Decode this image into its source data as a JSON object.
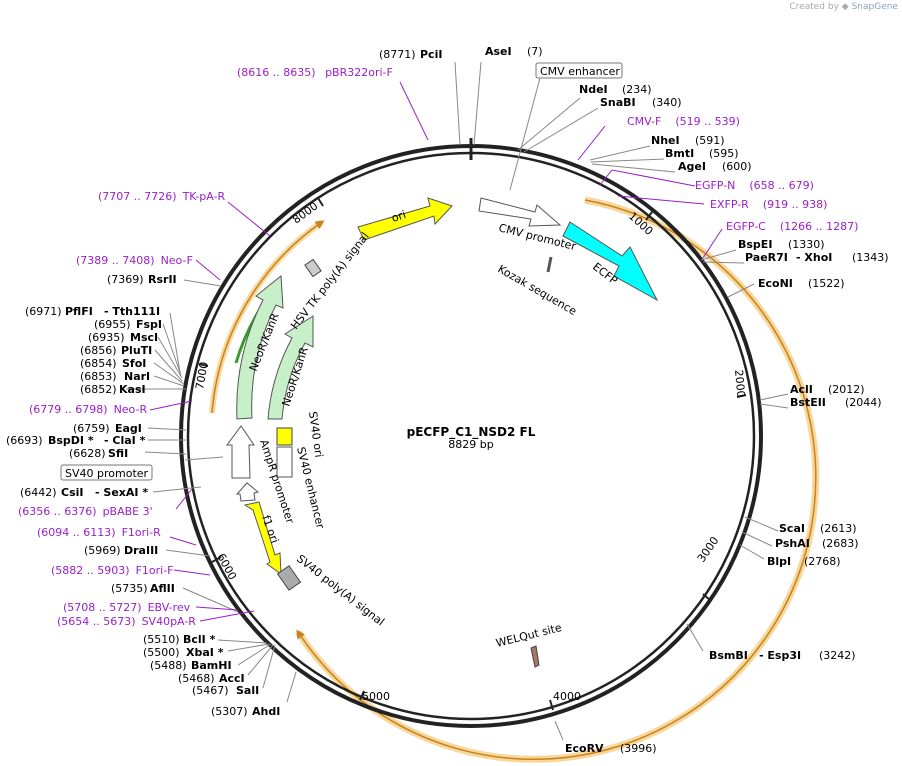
{
  "header": {
    "created_by": "Created by",
    "brand": "SnapGene"
  },
  "plasmid": {
    "name": "pECFP_C1_NSD2 FL",
    "size_label": "8829 bp",
    "length": 8829
  },
  "tick_labels": [
    "1000",
    "2000",
    "3000",
    "4000",
    "5000",
    "6000",
    "7000",
    "8000"
  ],
  "enzymes": [
    {
      "name": "AseI",
      "pos": "(7)"
    },
    {
      "name": "PciI",
      "pos": "(8771)"
    },
    {
      "name": "NdeI",
      "pos": "(234)"
    },
    {
      "name": "SnaBI",
      "pos": "(340)"
    },
    {
      "name": "NheI",
      "pos": "(591)"
    },
    {
      "name": "BmtI",
      "pos": "(595)"
    },
    {
      "name": "AgeI",
      "pos": "(600)"
    },
    {
      "name": "BspEI",
      "pos": "(1330)"
    },
    {
      "name": "PaeR7I",
      "name2": "XhoI",
      "pos": "(1343)"
    },
    {
      "name": "EcoNI",
      "pos": "(1522)"
    },
    {
      "name": "AclI",
      "pos": "(2012)"
    },
    {
      "name": "BstEII",
      "pos": "(2044)"
    },
    {
      "name": "ScaI",
      "pos": "(2613)"
    },
    {
      "name": "PshAI",
      "pos": "(2683)"
    },
    {
      "name": "BlpI",
      "pos": "(2768)"
    },
    {
      "name": "BsmBI",
      "name2": "Esp3I",
      "pos": "(3242)"
    },
    {
      "name": "EcoRV",
      "pos": "(3996)"
    },
    {
      "name": "AhdI",
      "pos": "(5307)"
    },
    {
      "name": "SalI",
      "pos": "(5467)"
    },
    {
      "name": "AccI",
      "pos": "(5468)"
    },
    {
      "name": "BamHI",
      "pos": "(5488)"
    },
    {
      "name": "XbaI *",
      "pos": "(5500)"
    },
    {
      "name": "BclI *",
      "pos": "(5510)"
    },
    {
      "name": "AflII",
      "pos": "(5735)"
    },
    {
      "name": "DraIII",
      "pos": "(5969)"
    },
    {
      "name": "CsiI",
      "name2": "SexAI *",
      "pos": "(6442)"
    },
    {
      "name": "SfiI",
      "pos": "(6628)"
    },
    {
      "name": "BspDI *",
      "name2": "ClaI *",
      "pos": "(6693)"
    },
    {
      "name": "EagI",
      "pos": "(6759)"
    },
    {
      "name": "KasI",
      "pos": "(6852)"
    },
    {
      "name": "NarI",
      "pos": "(6853)"
    },
    {
      "name": "SfoI",
      "pos": "(6854)"
    },
    {
      "name": "PluTI",
      "pos": "(6856)"
    },
    {
      "name": "MscI",
      "pos": "(6935)"
    },
    {
      "name": "FspI",
      "pos": "(6955)"
    },
    {
      "name": "PflFI",
      "name2": "Tth111I",
      "pos": "(6971)"
    },
    {
      "name": "RsrII",
      "pos": "(7369)"
    }
  ],
  "primers": [
    {
      "range": "(8616 .. 8635)",
      "name": "pBR322ori-F"
    },
    {
      "name": "CMV-F",
      "range": "(519 .. 539)"
    },
    {
      "name": "EGFP-N",
      "range": "(658 .. 679)"
    },
    {
      "name": "EXFP-R",
      "range": "(919 .. 938)"
    },
    {
      "name": "EGFP-C",
      "range": "(1266 .. 1287)"
    },
    {
      "range": "(7707 .. 7726)",
      "name": "TK-pA-R"
    },
    {
      "range": "(7389 .. 7408)",
      "name": "Neo-F"
    },
    {
      "range": "(6779 .. 6798)",
      "name": "Neo-R"
    },
    {
      "range": "(6356 .. 6376)",
      "name": "pBABE 3'"
    },
    {
      "range": "(6094 .. 6113)",
      "name": "F1ori-R"
    },
    {
      "range": "(5882 .. 5903)",
      "name": "F1ori-F"
    },
    {
      "range": "(5708 .. 5727)",
      "name": "EBV-rev"
    },
    {
      "range": "(5654 .. 5673)",
      "name": "SV40pA-R"
    }
  ],
  "boxed_features": {
    "cmv_enhancer": "CMV enhancer",
    "sv40_promoter": "SV40 promoter"
  },
  "features": {
    "ori": "ori",
    "cmv_promoter": "CMV promoter",
    "ecfp": "ECFP",
    "kozak": "Kozak sequence",
    "hsv_tk": "HSV TK poly(A) signal",
    "neo_kan_outer": "NeoR/KanR",
    "neo_kan_inner": "NeoR/KanR",
    "sv40_ori": "SV40 ori",
    "sv40_enhancer": "SV40 enhancer",
    "ampr_promoter": "AmpR promoter",
    "f1_ori": "f1 ori",
    "sv40_polya": "SV40 poly(A) signal",
    "welqut": "WELQut site"
  },
  "colors": {
    "primer": "#9a1fc9",
    "ori_fill": "#ffff00",
    "ecfp_fill": "#00ffff",
    "neo_fill": "#c8f0c8",
    "orf_highlight": "#f7d79a",
    "orf_line": "#c8821e",
    "backbone": "#222222"
  }
}
